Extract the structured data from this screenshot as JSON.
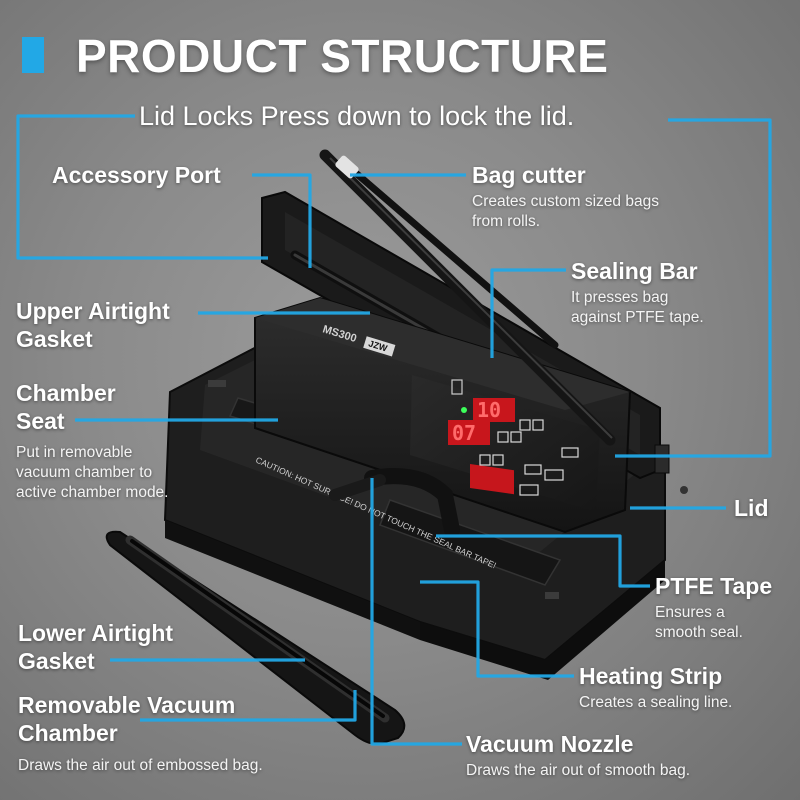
{
  "accent_color": "#22a8e6",
  "title": "PRODUCT STRUCTURE",
  "lid_locks": "Lid Locks Press down to lock the lid.",
  "device": {
    "model": "MS300",
    "brand": "JZW",
    "display_top": "10",
    "display_bottom": "07",
    "caution": "CAUTION: HOT SURFACE! DO NOT TOUCH THE SEAL BAR TAPE!"
  },
  "labels": {
    "accessory_port": {
      "title": "Accessory Port"
    },
    "bag_cutter": {
      "title": "Bag cutter",
      "desc_1": "Creates custom sized bags",
      "desc_2": "from rolls."
    },
    "sealing_bar": {
      "title": "Sealing Bar",
      "desc_1": "It presses bag",
      "desc_2": "against PTFE tape."
    },
    "upper_gasket": {
      "title_1": "Upper Airtight",
      "title_2": "Gasket"
    },
    "chamber_seat": {
      "title_1": "Chamber",
      "title_2": "Seat",
      "desc_1": "Put in removable",
      "desc_2": "vacuum chamber to",
      "desc_3": "active chamber mode."
    },
    "lid": {
      "title": "Lid"
    },
    "ptfe_tape": {
      "title": "PTFE Tape",
      "desc_1": "Ensures a",
      "desc_2": "smooth seal."
    },
    "lower_gasket": {
      "title_1": "Lower Airtight",
      "title_2": "Gasket"
    },
    "heating_strip": {
      "title": "Heating Strip",
      "desc": "Creates a sealing line."
    },
    "removable_chamber": {
      "title_1": "Removable Vacuum",
      "title_2": "Chamber",
      "desc": "Draws the air out of embossed bag."
    },
    "vacuum_nozzle": {
      "title": "Vacuum Nozzle",
      "desc": "Draws the air out of smooth bag."
    }
  }
}
